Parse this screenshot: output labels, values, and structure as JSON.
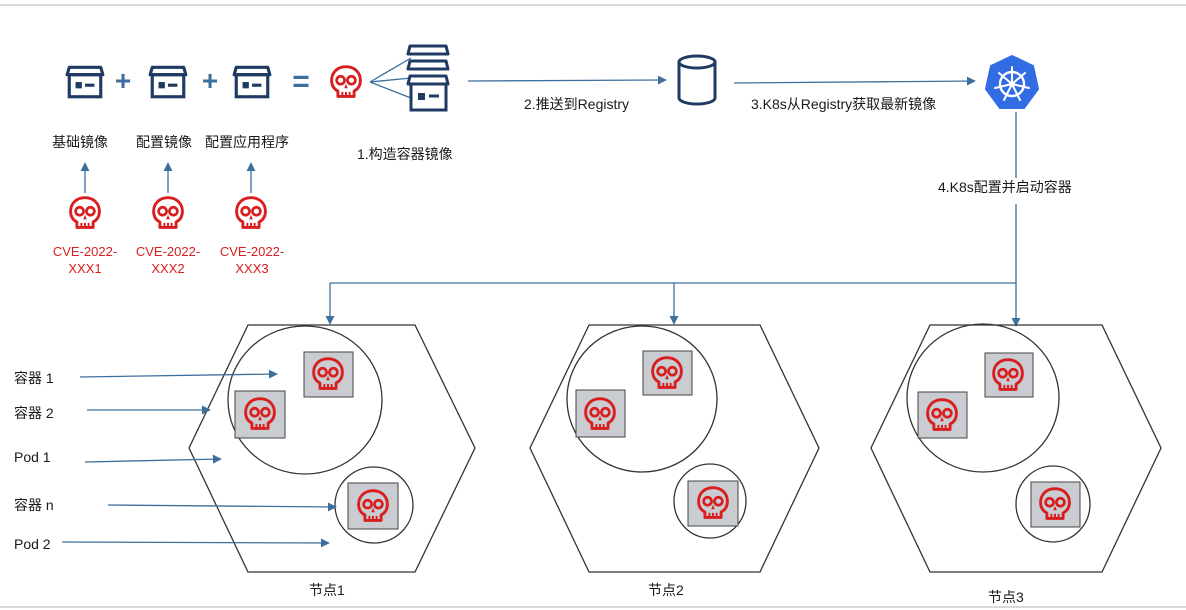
{
  "top_labels": {
    "base_image": "基础镜像",
    "config_image": "配置镜像",
    "config_app": "配置应用程序",
    "build_image": "1.构造容器镜像",
    "push_registry": "2.推送到Registry",
    "pull_latest": "3.K8s从Registry获取最新镜像",
    "configure_start": "4.K8s配置并启动容器"
  },
  "operators": {
    "plus": "+",
    "equals": "="
  },
  "cves": [
    {
      "line1": "CVE-2022-",
      "line2": "XXX1"
    },
    {
      "line1": "CVE-2022-",
      "line2": "XXX2"
    },
    {
      "line1": "CVE-2022-",
      "line2": "XXX3"
    }
  ],
  "left_labels": {
    "container1": "容器 1",
    "container2": "容器 2",
    "pod1": "Pod 1",
    "containern": "容器 n",
    "pod2": "Pod 2"
  },
  "nodes": [
    {
      "label": "节点1"
    },
    {
      "label": "节点2"
    },
    {
      "label": "节点3"
    }
  ],
  "colors": {
    "skull_red": "#d81e1e",
    "arrow_blue": "#3d6f9c",
    "icon_navy": "#1f3b63",
    "k8s_blue": "#326ce5",
    "box_gray": "#c9ccd1",
    "line_dark": "#333333"
  },
  "icons": {
    "image_box": "container-image-icon",
    "skull": "skull-icon",
    "registry": "database-cylinder-icon",
    "kubernetes": "kubernetes-helm-icon"
  }
}
